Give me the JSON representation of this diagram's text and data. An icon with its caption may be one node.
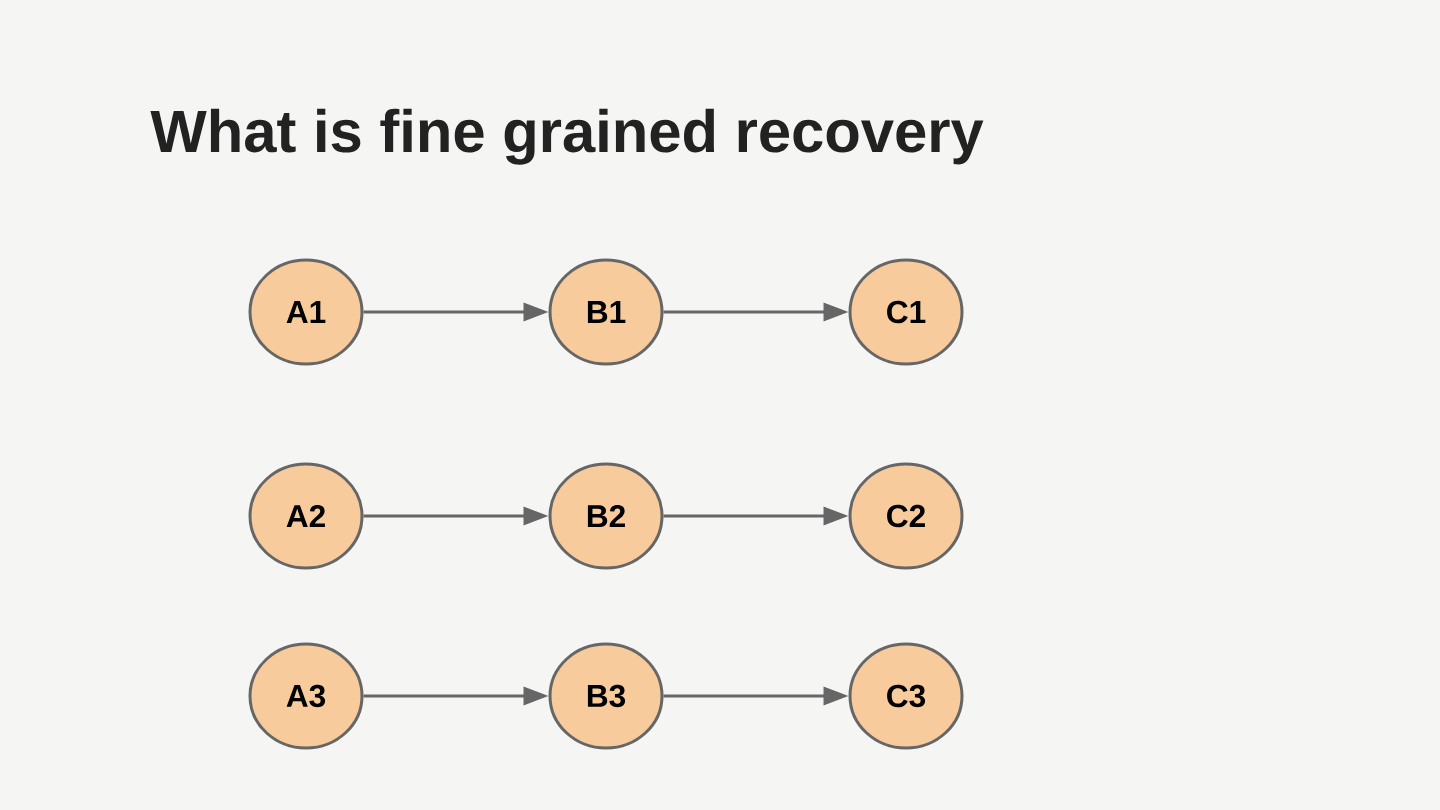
{
  "diagram": {
    "title": "What is fine grained recovery",
    "nodes": [
      {
        "text": [
          "A1"
        ]
      },
      {
        "text": [
          "B1"
        ]
      },
      {
        "text": [
          "C1"
        ]
      },
      {
        "text": [
          "A2"
        ]
      },
      {
        "text": [
          "B2"
        ]
      },
      {
        "text": [
          "C2"
        ]
      },
      {
        "text": [
          "A3"
        ]
      },
      {
        "text": [
          "B3"
        ]
      },
      {
        "text": [
          "C3"
        ]
      }
    ],
    "edges": [
      {
        "from": 0,
        "to": 1,
        "arrow": "to"
      },
      {
        "from": 1,
        "to": 2,
        "arrow": "to"
      },
      {
        "from": 3,
        "to": 4,
        "arrow": "to"
      },
      {
        "from": 4,
        "to": 5,
        "arrow": "to"
      },
      {
        "from": 6,
        "to": 7,
        "arrow": "to"
      },
      {
        "from": 7,
        "to": 8,
        "arrow": "to"
      }
    ]
  }
}
